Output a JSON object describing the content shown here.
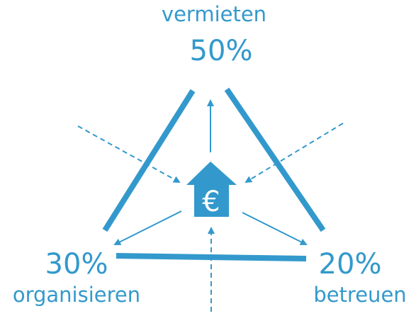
{
  "colors": {
    "primary": "#3399cc",
    "euro_glyph": "#ffffff",
    "background": "#ffffff"
  },
  "top": {
    "label": "vermieten",
    "percent": "50%"
  },
  "left": {
    "label": "organisieren",
    "percent": "30%"
  },
  "right": {
    "label": "betreuen",
    "percent": "20%"
  },
  "center": {
    "icon": "house-euro-icon",
    "symbol": "€"
  }
}
